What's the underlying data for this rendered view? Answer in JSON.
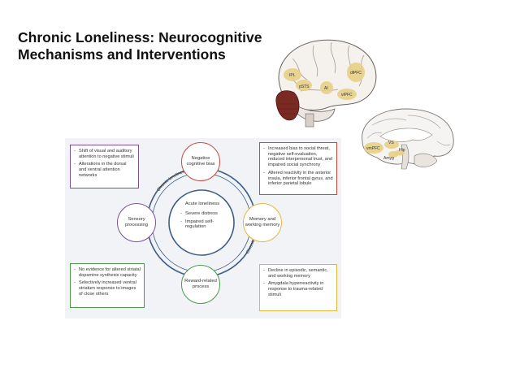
{
  "page": {
    "title": "Chronic Loneliness: Neurocognitive Mechanisms and Interventions"
  },
  "diagram": {
    "center": {
      "title": "Acute loneliness",
      "items": [
        "Severe distress",
        "Impaired self-regulation"
      ]
    },
    "ring_labels": {
      "upper": "Chronic loneliness",
      "lower": "Chronic loneliness"
    },
    "nodes": {
      "top": "Negative cognitive bias",
      "left": "Sensory processing",
      "right": "Memory and working memory",
      "bottom": "Reward-related process"
    },
    "boxes": {
      "top_left": [
        "Shift of visual and auditory attention to negative stimuli",
        "Alterations in the dorsal and ventral attention networks"
      ],
      "top_right": [
        "Increased bias to social threat, negative self-evaluation, reduced interpersonal trust, and impaired social synchrony",
        "Altered reactivity in the anterior insula, inferior frontal gyrus, and inferior parietal lobule"
      ],
      "bottom_left": [
        "No evidence for altered striatal dopamine synthesis capacity",
        "Selectively increased ventral striatum response to images of close others"
      ],
      "bottom_right": [
        "Decline in episodic, semantic, and working memory",
        "Amygdala hyperreactivity in response to trauma-related stimuli"
      ]
    },
    "colors": {
      "negative_bias": "#c94a3c",
      "sensory": "#7a4fa0",
      "memory": "#e2b83c",
      "reward": "#4a9a4a",
      "ring": "#3e5f86"
    }
  },
  "brain_lateral": {
    "regions": [
      "IPL",
      "pSTS",
      "dlPFC",
      "AI",
      "vlPFC"
    ]
  },
  "brain_medial": {
    "regions": [
      "VS",
      "vmPFC",
      "Amyg",
      "Hip"
    ]
  }
}
